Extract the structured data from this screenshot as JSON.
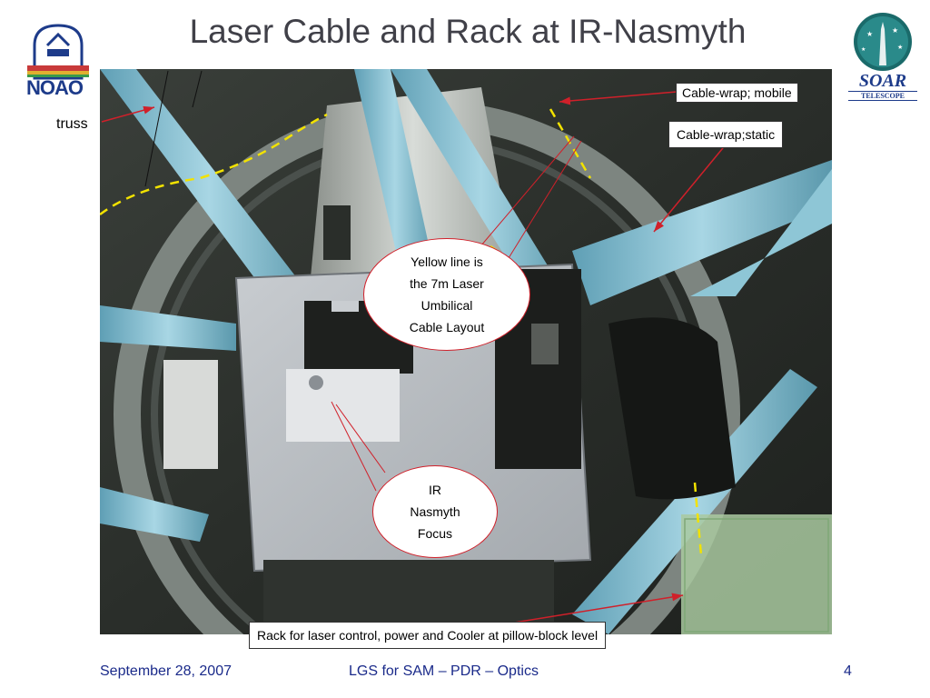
{
  "slide": {
    "title": "Laser Cable and Rack at IR-Nasmyth"
  },
  "logos": {
    "left_logo": "NOAO",
    "right_logo_main": "SOAR",
    "right_logo_sub": "TELESCOPE"
  },
  "annotations": {
    "truss": "truss",
    "cable_wrap_mobile": "Cable-wrap; mobile",
    "cable_wrap_static": "Cable-wrap;static",
    "yellow_line": [
      "Yellow line is",
      "the 7m Laser",
      "Umbilical",
      "Cable Layout"
    ],
    "ir_focus": [
      "IR",
      "Nasmyth",
      "Focus"
    ],
    "rack": "Rack for laser control, power and Cooler at pillow-block level"
  },
  "footer": {
    "date": "September 28, 2007",
    "event": "LGS for SAM – PDR – Optics",
    "page_number": "4"
  },
  "colors": {
    "title": "#404048",
    "footer": "#1a2a8a",
    "callout_line": "#d0202a",
    "cable_layout": "#f2e200",
    "truss_steel": "#7fb8cc"
  }
}
